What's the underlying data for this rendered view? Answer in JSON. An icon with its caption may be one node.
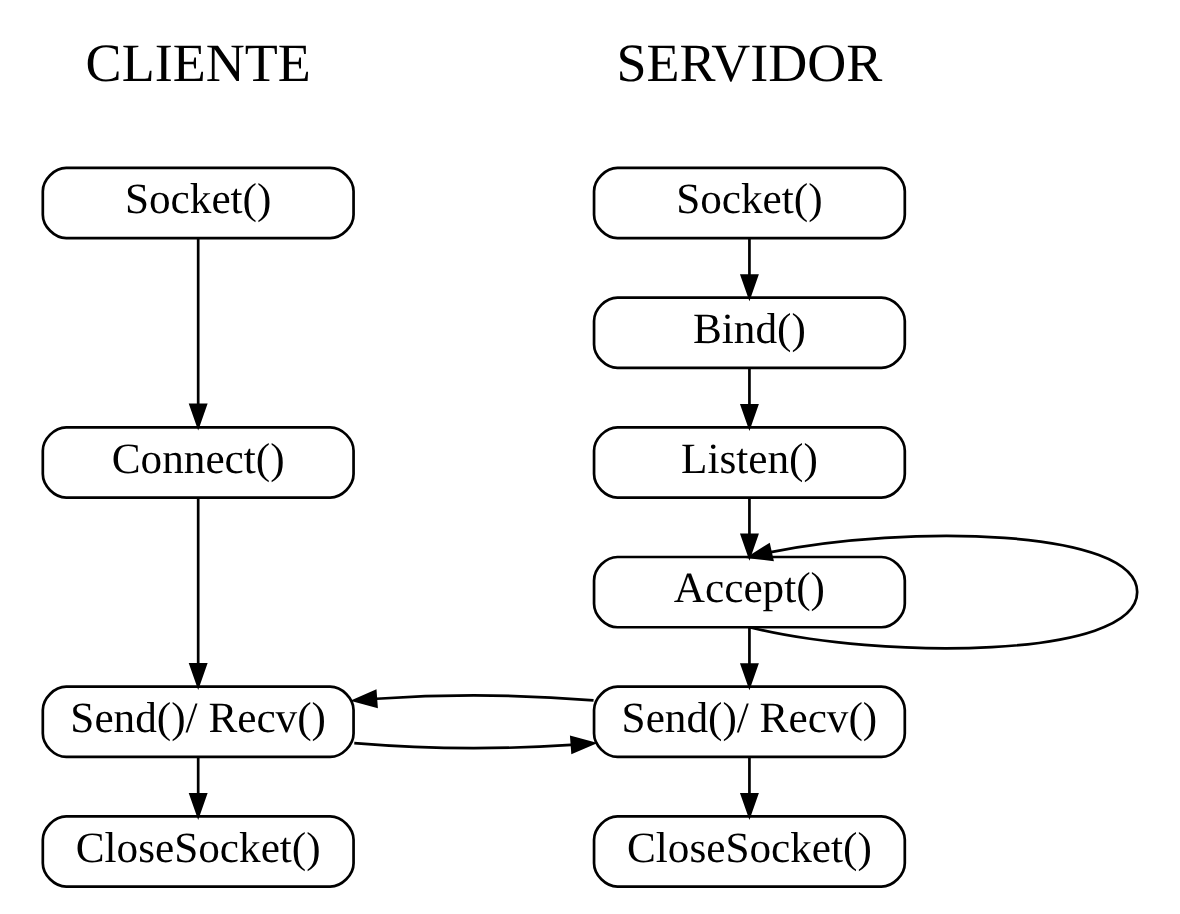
{
  "diagram": {
    "nodes": [
      {
        "text": [
          "Socket()"
        ]
      },
      {
        "text": [
          "Bind()"
        ]
      },
      {
        "text": [
          "Listen()"
        ]
      },
      {
        "text": [
          "Accept()"
        ]
      },
      {
        "text": [
          "Send()/ Recv()"
        ]
      },
      {
        "text": [
          "CloseSocket()"
        ]
      },
      {
        "text": [
          "Socket()"
        ]
      },
      {
        "text": [
          "Connect()"
        ]
      },
      {
        "text": [
          "Send()/ Recv()"
        ]
      },
      {
        "text": [
          "CloseSocket()"
        ]
      }
    ],
    "edges": [
      {
        "from": 0,
        "to": 1,
        "arrow": "to"
      },
      {
        "from": 1,
        "to": 2,
        "arrow": "to"
      },
      {
        "from": 2,
        "to": 3,
        "arrow": "to"
      },
      {
        "from": 3,
        "to": 3,
        "arrow": "to"
      },
      {
        "from": 3,
        "to": 4,
        "arrow": "to"
      },
      {
        "from": 4,
        "to": 5,
        "arrow": "to"
      },
      {
        "from": 6,
        "to": 7,
        "arrow": "to"
      },
      {
        "from": 7,
        "to": 8,
        "arrow": "to"
      },
      {
        "from": 8,
        "to": 4,
        "arrow": "to"
      },
      {
        "from": 4,
        "to": 8,
        "arrow": "to"
      },
      {
        "from": 8,
        "to": 9,
        "arrow": "to"
      }
    ],
    "labels": [
      "SERVIDOR",
      "CLIENTE"
    ]
  }
}
